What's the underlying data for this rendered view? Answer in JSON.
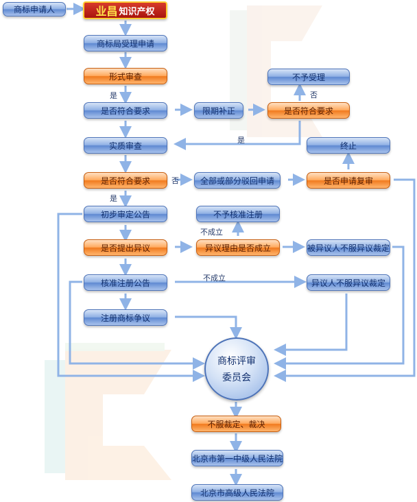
{
  "nodes": {
    "applicant": "商标申请人",
    "brand_hl": "业昌",
    "brand_rest": "知识产权",
    "office_accept": "商标局受理申请",
    "formal_review": "形式审查",
    "meets_req_1": "是否符合要求",
    "correction": "限期补正",
    "meets_req_2": "是否符合要求",
    "not_accepted": "不予受理",
    "substantive_review": "实质审查",
    "terminate": "终止",
    "meets_req_3": "是否符合要求",
    "full_partial_reject": "全部或部分驳回申请",
    "apply_reexam": "是否申请复审",
    "prelim_approval": "初步审定公告",
    "no_registration": "不予核准注册",
    "opposition_filed": "是否提出异议",
    "opposition_valid": "异议理由是否成立",
    "opposed_disagree": "被异议人不服异议裁定",
    "registration_notice": "核准注册公告",
    "opponent_disagree": "异议人不服异议裁定",
    "dispute": "注册商标争议",
    "tribunal_1": "商标评审",
    "tribunal_2": "委员会",
    "disagree_ruling": "不服裁定、裁决",
    "court_1": "北京市第一中级人民法院",
    "court_2": "北京市高级人民法院"
  },
  "labels": {
    "yes_1": "是",
    "no_1": "否",
    "yes_2": "是",
    "no_2": "否",
    "yes_3": "是",
    "not_established_1": "不成立",
    "not_established_2": "不成立"
  },
  "colors": {
    "arrow": "#8fb3e6",
    "blue_box": "#6f95d8",
    "orange_box": "#f58a2e",
    "brand_red": "#c0201a",
    "brand_yellow": "#ffe34a"
  }
}
